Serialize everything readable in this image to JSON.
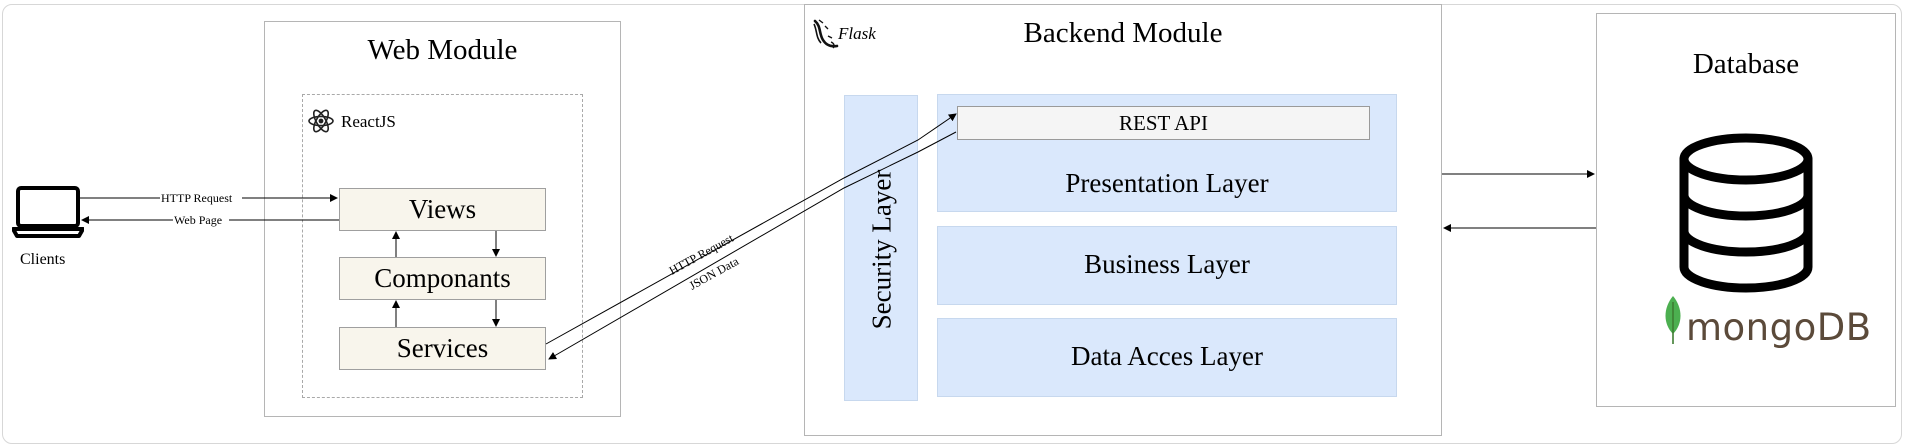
{
  "web_module": {
    "title": "Web Module",
    "framework_label": "ReactJS",
    "boxes": [
      "Views",
      "Componants",
      "Services"
    ]
  },
  "backend_module": {
    "title": "Backend Module",
    "framework_label": "Flask",
    "security_layer": "Security Layer",
    "rest_api": "REST API",
    "layers": [
      "Presentation Layer",
      "Business Layer",
      "Data Acces Layer"
    ]
  },
  "database": {
    "title": "Database",
    "brand": "mongoDB"
  },
  "clients": {
    "label": "Clients"
  },
  "edges": {
    "client_request": "HTTP Request",
    "client_response": "Web Page",
    "backend_request": "HTTP Request",
    "backend_response": "JSON Data"
  },
  "icons": {
    "client": "laptop-icon",
    "react": "react-icon",
    "flask": "flask-icon",
    "database": "database-icon",
    "mongo_leaf": "leaf-icon"
  }
}
